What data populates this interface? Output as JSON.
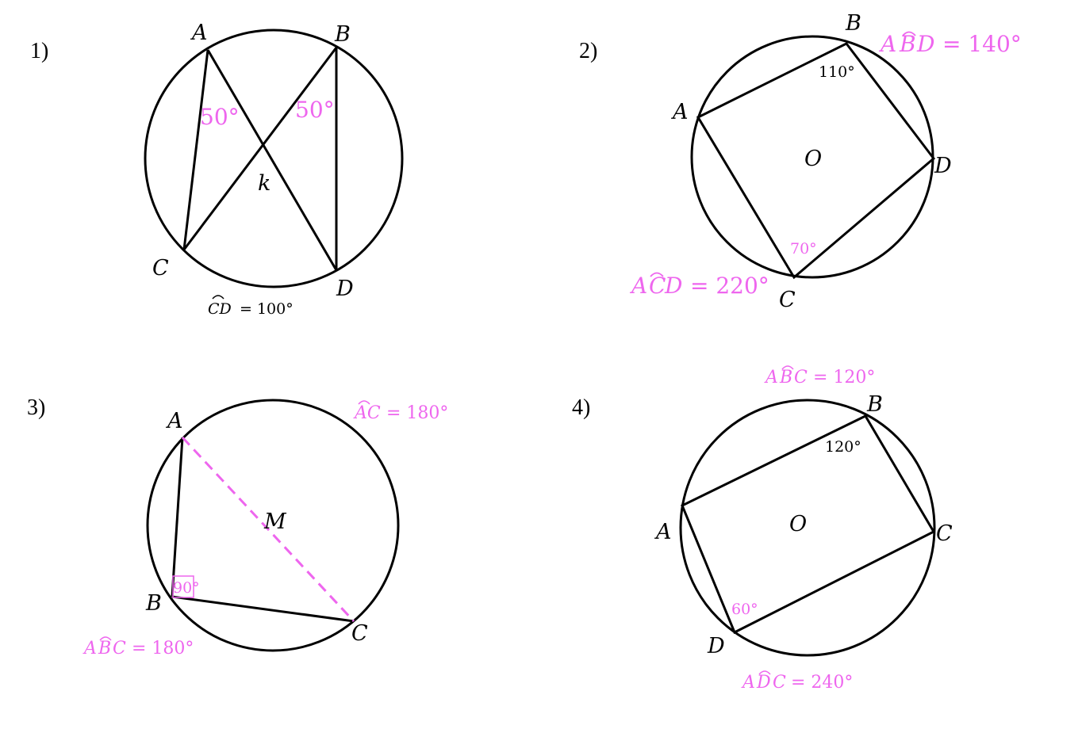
{
  "colors": {
    "annotation": "#EE66EE",
    "lines": "#000000"
  },
  "problems": [
    {
      "number": "1)",
      "points": {
        "A": "A",
        "B": "B",
        "C": "C",
        "D": "D",
        "k": "k"
      },
      "angles": {
        "CAD": "50°",
        "CBD": "50°"
      },
      "arc": {
        "name": "CD",
        "equals": "= 100°"
      }
    },
    {
      "number": "2)",
      "points": {
        "A": "A",
        "B": "B",
        "C": "C",
        "D": "D",
        "O": "O"
      },
      "angles": {
        "B": "110°",
        "C": "70°"
      },
      "arcs": [
        {
          "name_pre": "A",
          "name_hat": "B",
          "name_post": "D",
          "equals": "= 140°"
        },
        {
          "name_pre": "A",
          "name_hat": "C",
          "name_post": "D",
          "equals": "= 220°"
        }
      ]
    },
    {
      "number": "3)",
      "points": {
        "A": "A",
        "B": "B",
        "C": "C",
        "M": "M"
      },
      "angles": {
        "B": "90°"
      },
      "arcs": [
        {
          "name": "AC",
          "equals": "= 180°"
        },
        {
          "name_pre": "A",
          "name_hat": "B",
          "name_post": "C",
          "equals": "= 180°"
        }
      ]
    },
    {
      "number": "4)",
      "points": {
        "A": "A",
        "B": "B",
        "C": "C",
        "D": "D",
        "O": "O"
      },
      "angles": {
        "B": "120°",
        "D": "60°"
      },
      "arcs": [
        {
          "name_pre": "A",
          "name_hat": "B",
          "name_post": "C",
          "equals": "= 120°"
        },
        {
          "name_pre": "A",
          "name_hat": "D",
          "name_post": "C",
          "equals": "= 240°"
        }
      ]
    }
  ]
}
